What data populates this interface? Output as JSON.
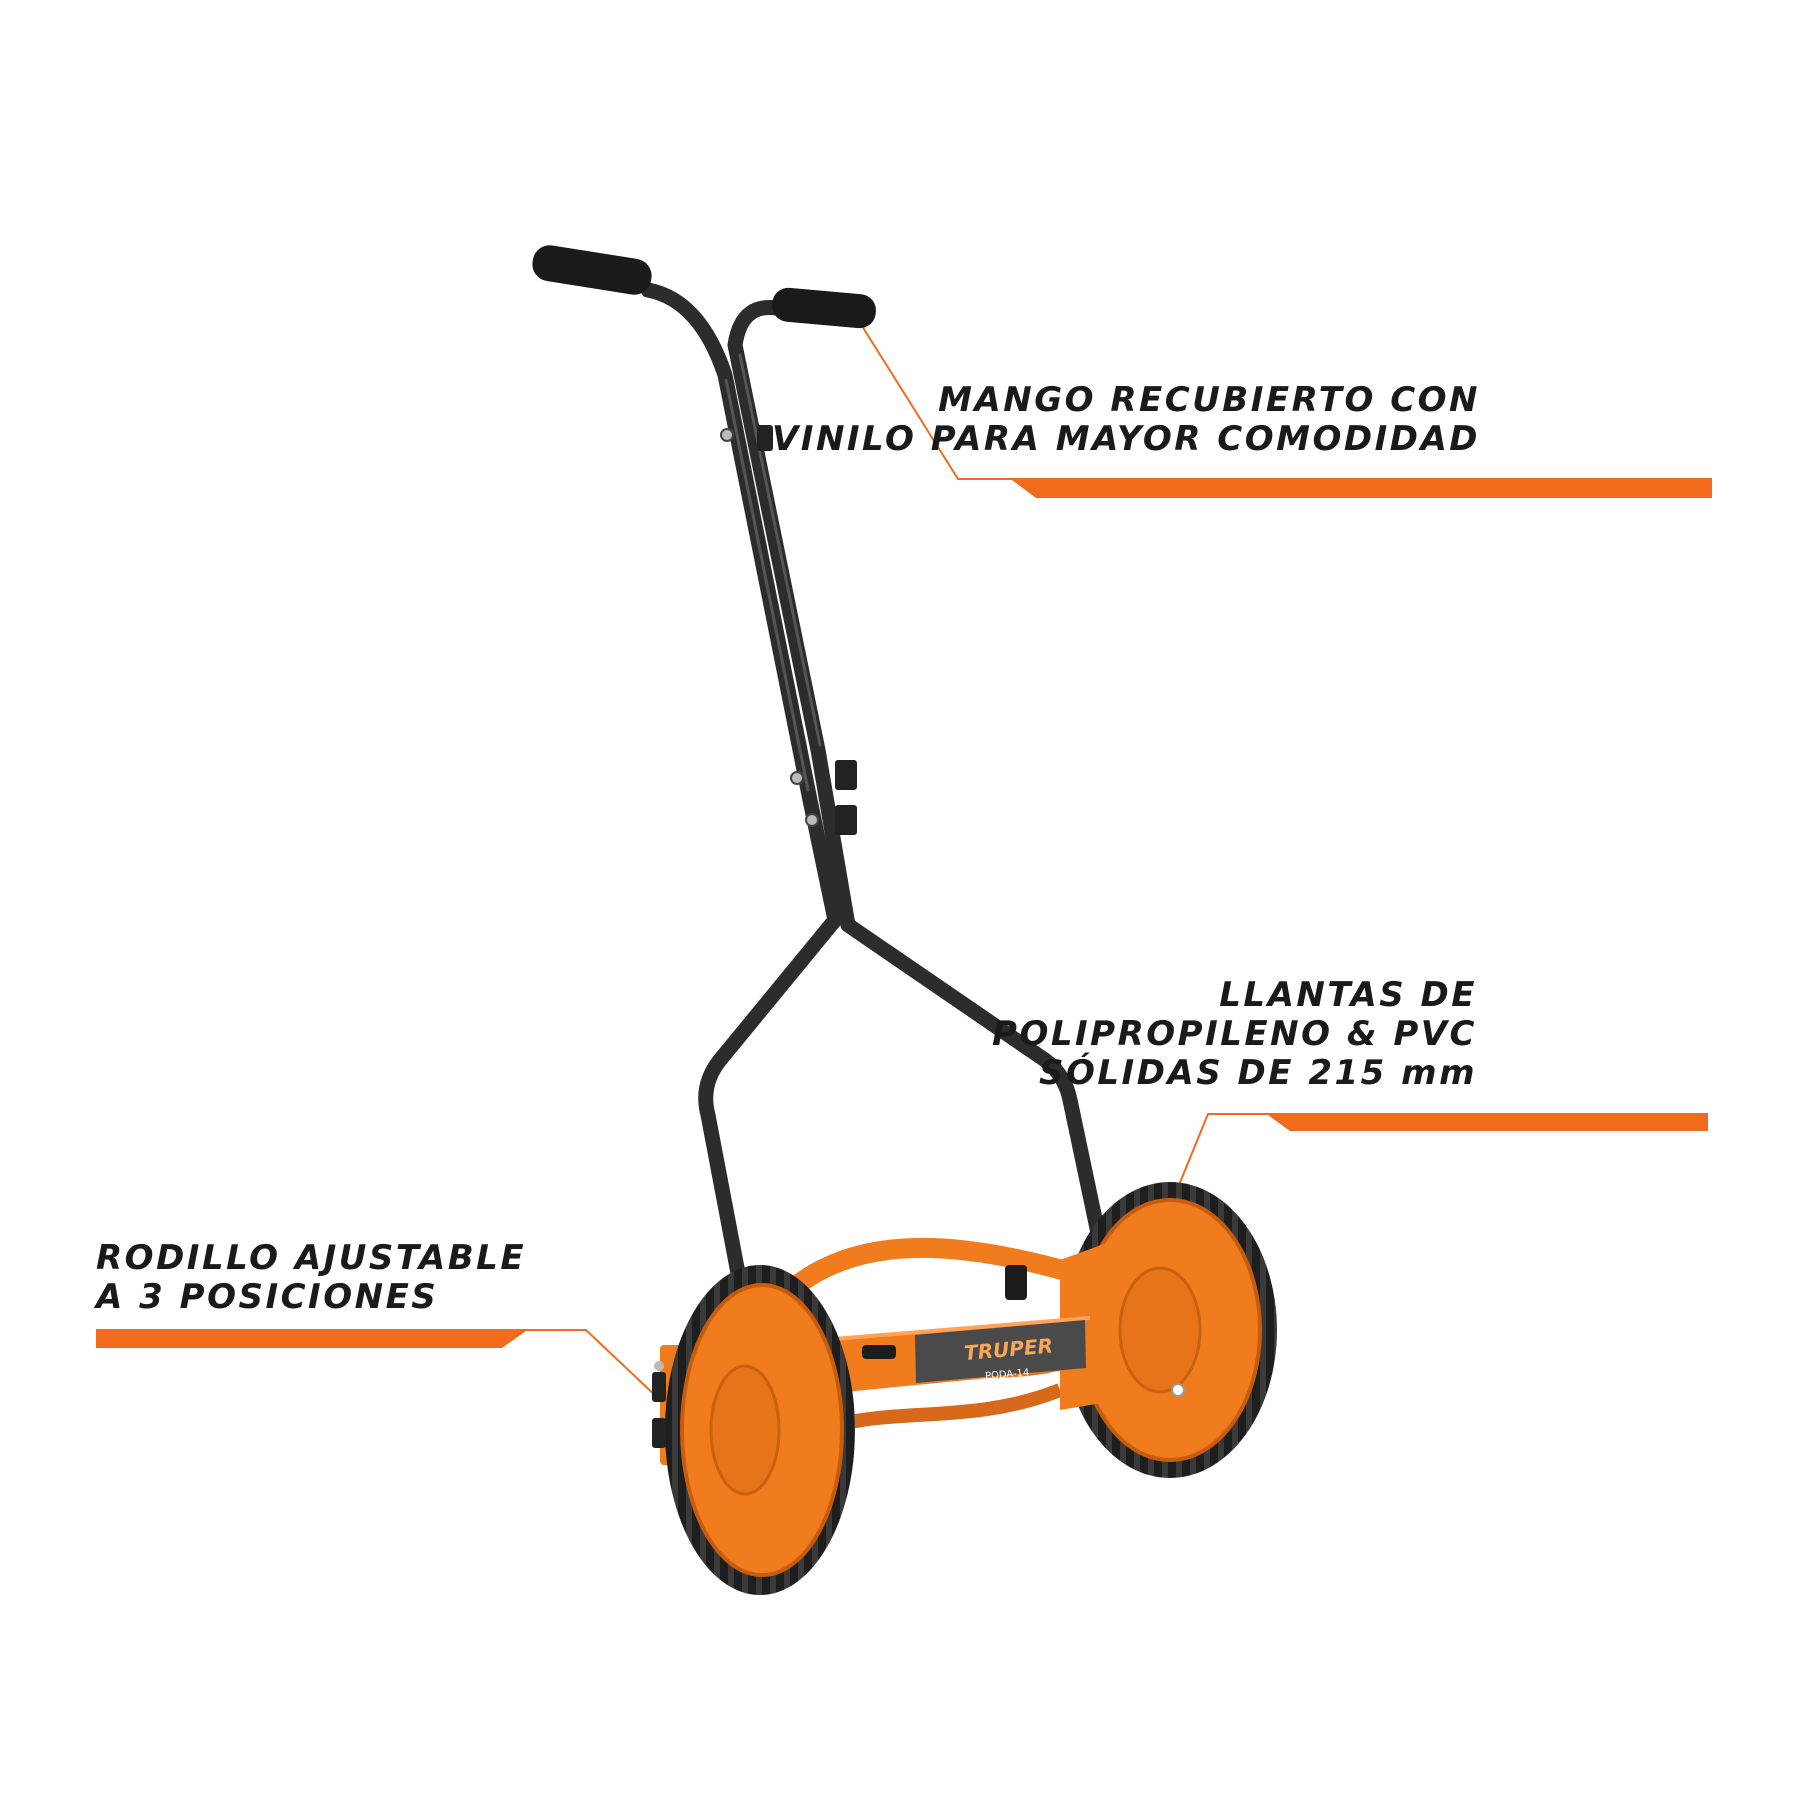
{
  "callouts": {
    "handle": {
      "line1": "MANGO RECUBIERTO CON",
      "line2": "VINILO PARA MAYOR COMODIDAD"
    },
    "wheels": {
      "line1": "LLANTAS DE",
      "line2": "POLIPROPILENO & PVC",
      "line3": "SÓLIDAS DE 215 mm"
    },
    "roller": {
      "line1": "RODILLO AJUSTABLE",
      "line2": "A 3 POSICIONES"
    }
  },
  "product": {
    "brand": "TRUPER",
    "model": "PODA-14"
  },
  "colors": {
    "accent": "#f26b1d",
    "body_orange": "#f07c1e",
    "handle_dark": "#2c2c2c",
    "tire_black": "#1e1e1e",
    "text": "#1a1a1a"
  }
}
